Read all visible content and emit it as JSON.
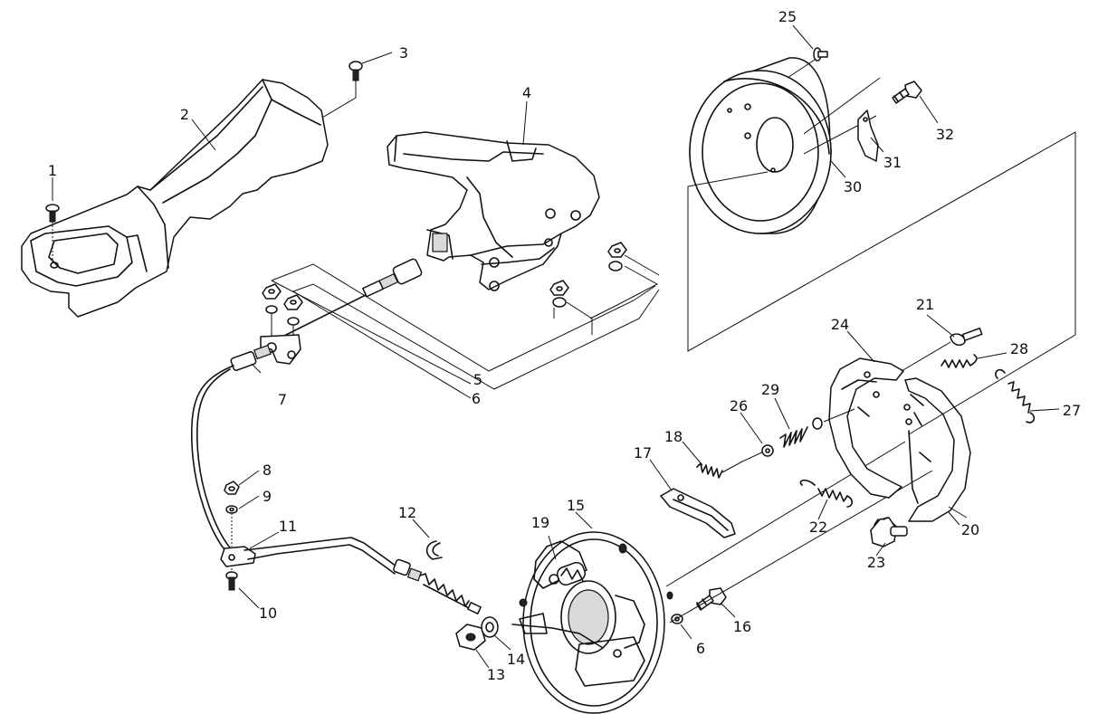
{
  "callouts": [
    {
      "id": "c1",
      "text": "1"
    },
    {
      "id": "c2",
      "text": "2"
    },
    {
      "id": "c3",
      "text": "3"
    },
    {
      "id": "c4",
      "text": "4"
    },
    {
      "id": "c5",
      "text": "5"
    },
    {
      "id": "c6a",
      "text": "6"
    },
    {
      "id": "c6b",
      "text": "6"
    },
    {
      "id": "c7",
      "text": "7"
    },
    {
      "id": "c8",
      "text": "8"
    },
    {
      "id": "c9",
      "text": "9"
    },
    {
      "id": "c10",
      "text": "10"
    },
    {
      "id": "c11",
      "text": "11"
    },
    {
      "id": "c12",
      "text": "12"
    },
    {
      "id": "c13",
      "text": "13"
    },
    {
      "id": "c14",
      "text": "14"
    },
    {
      "id": "c15",
      "text": "15"
    },
    {
      "id": "c16",
      "text": "16"
    },
    {
      "id": "c17",
      "text": "17"
    },
    {
      "id": "c18",
      "text": "18"
    },
    {
      "id": "c19",
      "text": "19"
    },
    {
      "id": "c20",
      "text": "20"
    },
    {
      "id": "c21",
      "text": "21"
    },
    {
      "id": "c22",
      "text": "22"
    },
    {
      "id": "c23",
      "text": "23"
    },
    {
      "id": "c24",
      "text": "24"
    },
    {
      "id": "c25",
      "text": "25"
    },
    {
      "id": "c26",
      "text": "26"
    },
    {
      "id": "c27",
      "text": "27"
    },
    {
      "id": "c28",
      "text": "28"
    },
    {
      "id": "c29",
      "text": "29"
    },
    {
      "id": "c30",
      "text": "30"
    },
    {
      "id": "c31",
      "text": "31"
    },
    {
      "id": "c32",
      "text": "32"
    }
  ]
}
